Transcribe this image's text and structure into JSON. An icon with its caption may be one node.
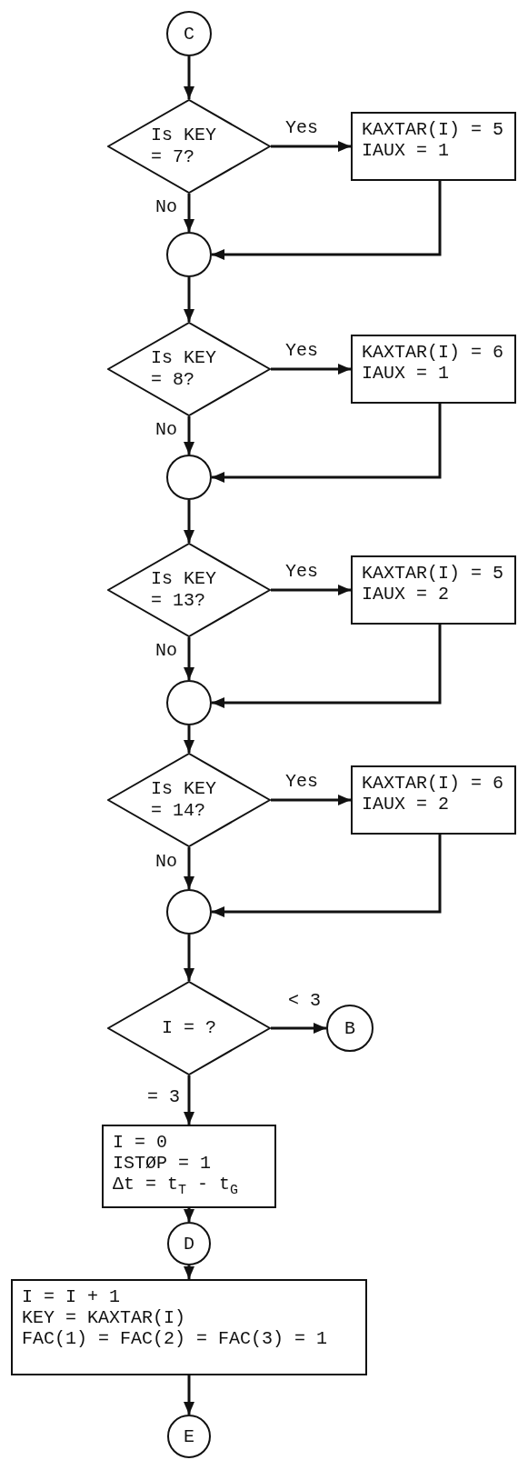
{
  "diagram": {
    "nodes": [
      {
        "text": [
          "C"
        ]
      },
      {
        "text": [
          "Is KEY = 7?"
        ]
      },
      {
        "text": [
          "KAXTAR(I) = 5",
          "IAUX = 1"
        ]
      },
      {
        "text": [],
        "shape": "circle"
      },
      {
        "text": [
          "Is KEY = 8?"
        ]
      },
      {
        "text": [
          "KAXTAR(I) = 6",
          "IAUX = 1"
        ]
      },
      {
        "text": [],
        "shape": "circle"
      },
      {
        "text": [
          "Is KEY = 13?"
        ]
      },
      {
        "text": [
          "KAXTAR(I) = 5",
          "IAUX = 2"
        ]
      },
      {
        "text": [],
        "shape": "circle"
      },
      {
        "text": [
          "Is KEY = 14?"
        ]
      },
      {
        "text": [
          "KAXTAR(I) = 6",
          "IAUX = 2"
        ]
      },
      {
        "text": [],
        "shape": "circle"
      },
      {
        "text": [
          "I = ?"
        ]
      },
      {
        "text": [
          "B"
        ]
      },
      {
        "text": [
          "I = 0",
          "ISTØP = 1",
          "Δt = t$_{T}$ - t$_{G}$"
        ]
      },
      {
        "text": [
          "D"
        ]
      },
      {
        "text": [
          "I = I + 1",
          "KEY = KAXTAR(I)",
          "FAC(1) = FAC(2) = FAC(3) = 1"
        ]
      },
      {
        "text": [
          "E"
        ]
      }
    ],
    "edges": [
      {
        "from": 0,
        "to": 1,
        "arrow": "to"
      },
      {
        "from": 1,
        "to": 2,
        "arrow": "to",
        "label": "Yes"
      },
      {
        "from": 1,
        "to": 3,
        "arrow": "to",
        "label": "No"
      },
      {
        "from": 2,
        "to": 3,
        "arrow": "to"
      },
      {
        "from": 3,
        "to": 4,
        "arrow": "to"
      },
      {
        "from": 4,
        "to": 5,
        "arrow": "to",
        "label": "Yes"
      },
      {
        "from": 4,
        "to": 6,
        "arrow": "to",
        "label": "No"
      },
      {
        "from": 5,
        "to": 6,
        "arrow": "to"
      },
      {
        "from": 6,
        "to": 7,
        "arrow": "to"
      },
      {
        "from": 7,
        "to": 8,
        "arrow": "to",
        "label": "Yes"
      },
      {
        "from": 7,
        "to": 9,
        "arrow": "to",
        "label": "No"
      },
      {
        "from": 8,
        "to": 9,
        "arrow": "to"
      },
      {
        "from": 9,
        "to": 10,
        "arrow": "to"
      },
      {
        "from": 10,
        "to": 11,
        "arrow": "to",
        "label": "Yes"
      },
      {
        "from": 10,
        "to": 12,
        "arrow": "to",
        "label": "No"
      },
      {
        "from": 11,
        "to": 12,
        "arrow": "to"
      },
      {
        "from": 12,
        "to": 13,
        "arrow": "to"
      },
      {
        "from": 13,
        "to": 14,
        "arrow": "to",
        "label": "< 3"
      },
      {
        "from": 13,
        "to": 15,
        "arrow": "to",
        "label": "= 3"
      },
      {
        "from": 15,
        "to": 16,
        "arrow": "to"
      },
      {
        "from": 16,
        "to": 17,
        "arrow": "to"
      },
      {
        "from": 17,
        "to": 18,
        "arrow": "to"
      }
    ]
  }
}
